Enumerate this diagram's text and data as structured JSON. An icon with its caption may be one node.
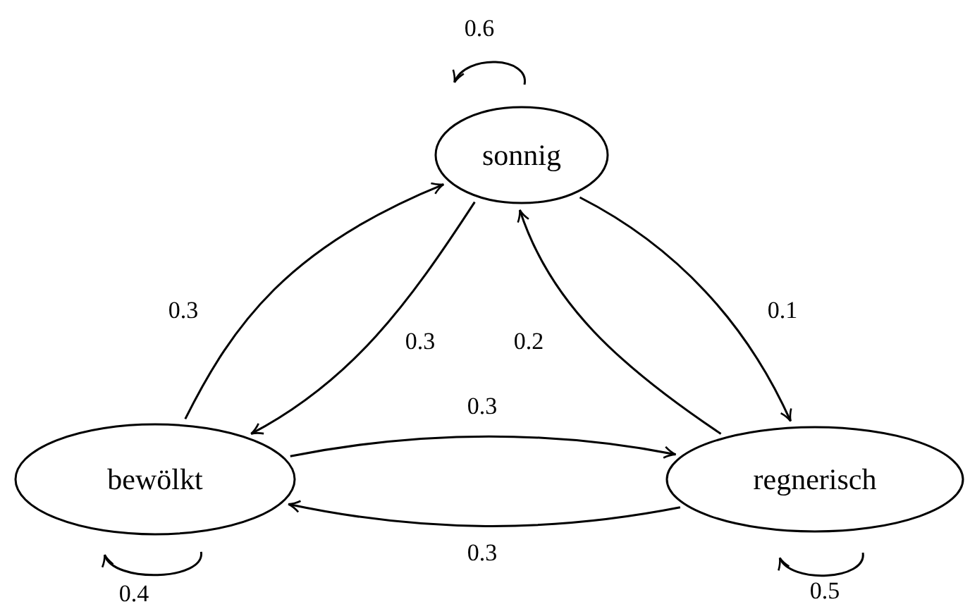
{
  "diagram": {
    "nodes": [
      {
        "text": [
          "sonnig"
        ]
      },
      {
        "text": [
          "bewölkt"
        ]
      },
      {
        "text": [
          "regnerisch"
        ]
      }
    ],
    "edges": [
      {
        "from": 0,
        "to": 0,
        "arrow": "to",
        "label": "0.6"
      },
      {
        "from": 1,
        "to": 0,
        "arrow": "to",
        "label": "0.3"
      },
      {
        "from": 0,
        "to": 1,
        "arrow": "to",
        "label": "0.3"
      },
      {
        "from": 0,
        "to": 2,
        "arrow": "to",
        "label": "0.1"
      },
      {
        "from": 2,
        "to": 0,
        "arrow": "to",
        "label": "0.2"
      },
      {
        "from": 1,
        "to": 2,
        "arrow": "to",
        "label": "0.3"
      },
      {
        "from": 2,
        "to": 1,
        "arrow": "to",
        "label": "0.3"
      },
      {
        "from": 1,
        "to": 1,
        "arrow": "to",
        "label": "0.4"
      },
      {
        "from": 2,
        "to": 2,
        "arrow": "to",
        "label": "0.5"
      }
    ]
  }
}
